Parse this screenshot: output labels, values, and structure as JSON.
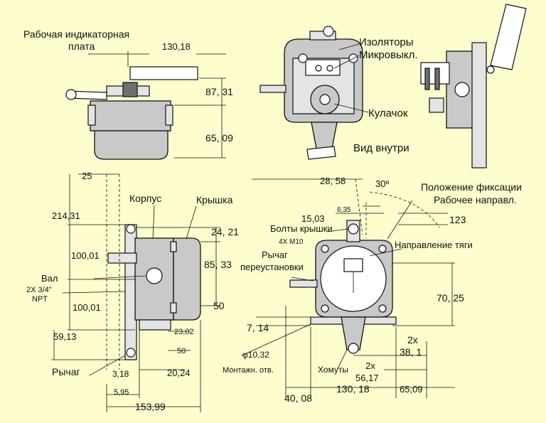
{
  "labels": {
    "indicator_plate": [
      "Рабочая индикаторная",
      "плата"
    ],
    "insulators": "Изоляторы",
    "microswitch": "Микровыкл.",
    "cam": "Кулачок",
    "inside_view": "Вид внутри",
    "housing": "Корпус",
    "cover": "Крышка",
    "shaft": "Вал",
    "npt": [
      "2X 3/4\"",
      "NPT"
    ],
    "lever": "Рычаг",
    "lock_position": "Положение фиксации",
    "work_direction": "Рабочее направл.",
    "cover_bolts": "Болты крышки",
    "bolts_size": "4X M10",
    "reset_lever": [
      "Рычаг",
      "переустановки"
    ],
    "pull_direction": "Направление тяги",
    "mount_hole": "Монтажн. отв.",
    "clamps": "Хомуты"
  },
  "dims": {
    "d130_18_top": "130,18",
    "d87_31": "87, 31",
    "d65_09_top": "65, 09",
    "d25": "25",
    "d214_31": "214,31",
    "d100_01_a": "100,01",
    "d100_01_b": "100,01",
    "d24_21": "24, 21",
    "d85_33": "85, 33",
    "d50_side": "50",
    "d59_13": "59,13",
    "d23_02": "23,02",
    "d50_bottom": "50",
    "d3_18": "3,18",
    "d20_24": "20,24",
    "d5_95": "5,95",
    "d153_99": "153,99",
    "d28_58": "28, 58",
    "d30deg": "30º",
    "d6_35": "6,35",
    "d15_03": "15,03",
    "d123": "123",
    "d70_25": "70, 25",
    "d7_14": "7, 14",
    "d2x_a": "2x",
    "d38_1": "38, 1",
    "d10_32": "φ10,32",
    "d2x_b": "2x",
    "d56_17": "56,17",
    "d40_08": "40, 08",
    "d130_18_bottom": "130, 18",
    "d65_09_bottom": "65,09"
  }
}
